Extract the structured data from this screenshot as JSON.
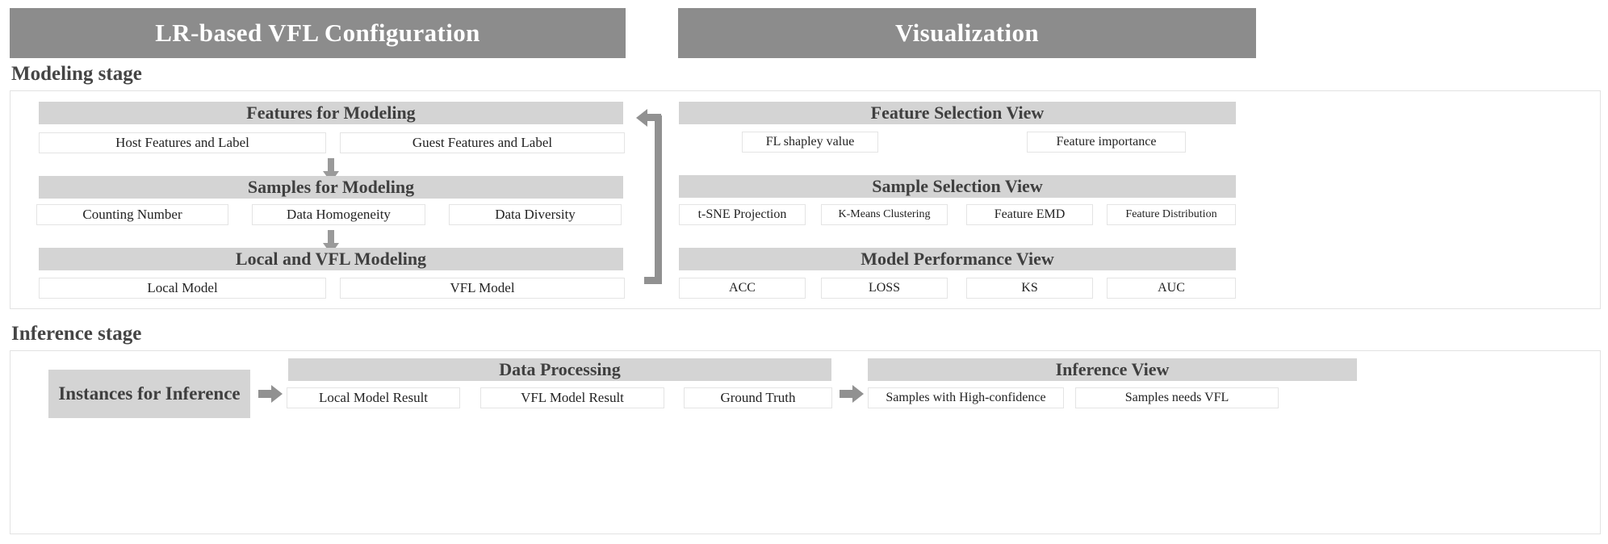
{
  "headers": {
    "left": "LR-based VFL Configuration",
    "right": "Visualization"
  },
  "stages": {
    "modeling_caption": "Modeling stage",
    "inference_caption": "Inference stage"
  },
  "colors": {
    "header_bar": "#8c8c8c",
    "group_header": "#d4d4d4",
    "arrow": "#919191",
    "panel_border": "#e2e2e2",
    "item_border": "#e4e4e4",
    "text_dark": "#3f3f3f",
    "text_body": "#232323",
    "header_text": "#ffffff"
  },
  "modeling": {
    "left_column": {
      "groups": [
        {
          "title": "Features for Modeling",
          "items": [
            "Host Features and Label",
            "Guest Features and Label"
          ]
        },
        {
          "title": "Samples for Modeling",
          "items": [
            "Counting Number",
            "Data Homogeneity",
            "Data Diversity"
          ]
        },
        {
          "title": "Local and VFL Modeling",
          "items": [
            "Local Model",
            "VFL Model"
          ]
        }
      ]
    },
    "right_column": {
      "groups": [
        {
          "title": "Feature Selection View",
          "items": [
            "FL shapley value",
            "Feature importance"
          ]
        },
        {
          "title": "Sample Selection View",
          "items": [
            "t-SNE Projection",
            "K-Means Clustering",
            "Feature EMD",
            "Feature Distribution"
          ]
        },
        {
          "title": "Model Performance View",
          "items": [
            "ACC",
            "LOSS",
            "KS",
            "AUC"
          ]
        }
      ]
    },
    "feedback_arrow_icon": "arrow-left-feedback-icon"
  },
  "inference": {
    "instances_block": "Instances for Inference",
    "groups": [
      {
        "title": "Data Processing",
        "items": [
          "Local Model Result",
          "VFL Model Result",
          "Ground Truth"
        ]
      },
      {
        "title": "Inference View",
        "items": [
          "Samples with High-confidence",
          "Samples needs VFL"
        ]
      }
    ],
    "arrow_icons": [
      "arrow-right-icon",
      "arrow-right-icon"
    ]
  }
}
